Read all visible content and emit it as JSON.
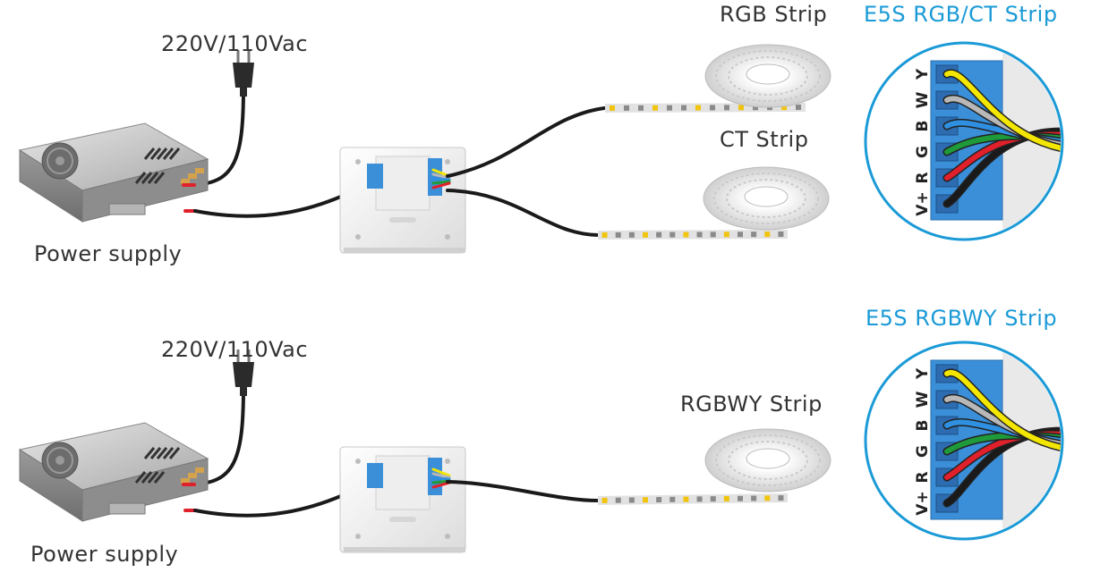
{
  "top_section": {
    "voltage_label": "220V/110Vac",
    "power_supply_label": "Power supply",
    "rgb_strip_label": "RGB Strip",
    "ct_strip_label": "CT Strip",
    "detail_title": "E5S RGB/CT Strip",
    "terminal_labels": [
      "V+",
      "R",
      "G",
      "B",
      "W",
      "Y"
    ]
  },
  "bottom_section": {
    "voltage_label": "220V/110Vac",
    "power_supply_label": "Power supply",
    "rgbwy_strip_label": "RGBWY Strip",
    "detail_title": "E5S RGBWY Strip",
    "terminal_labels": [
      "V+",
      "R",
      "G",
      "B",
      "W",
      "Y"
    ]
  },
  "colors": {
    "title_blue": "#1a9ad6",
    "wire_black": "#1a1a1a",
    "wire_red": "#e0202a",
    "wire_green": "#1f9a3a",
    "wire_blue": "#2f8fe0",
    "wire_white": "#b8b8b8",
    "wire_yellow": "#f3e600",
    "terminal_blue": "#3a8fd8",
    "circle_border": "#1a9ad6"
  }
}
